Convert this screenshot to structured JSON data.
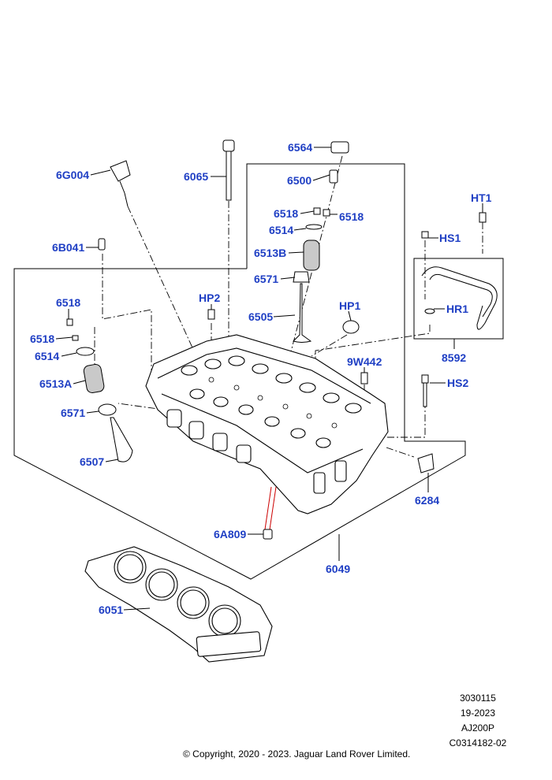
{
  "callouts": {
    "c6564": "6564",
    "c6500": "6500",
    "c6518a": "6518",
    "c6518b": "6518",
    "c6514a": "6514",
    "c6513Ba": "6513B",
    "c6571a": "6571",
    "c6505": "6505",
    "c6G004": "6G004",
    "c6065": "6065",
    "c6B041": "6B041",
    "cHT1": "HT1",
    "cHS1": "HS1",
    "cHR1": "HR1",
    "c8592": "8592",
    "cHP2": "HP2",
    "cHP1": "HP1",
    "c9W442": "9W442",
    "cHS2": "HS2",
    "c6518c": "6518",
    "c6518d": "6518",
    "c6514b": "6514",
    "c6513A": "6513A",
    "c6571b": "6571",
    "c6507": "6507",
    "c6284": "6284",
    "c6A809": "6A809",
    "c6049": "6049",
    "c6051": "6051"
  },
  "meta": {
    "line1": "3030115",
    "line2": "19-2023",
    "line3": "AJ200P",
    "line4": "C0314182-02"
  },
  "copyright": "© Copyright, 2020 - 2023. Jaguar Land Rover Limited.",
  "colors": {
    "callout": "#1f3fc4",
    "lines": "#000000",
    "accent": "#cc0000"
  }
}
